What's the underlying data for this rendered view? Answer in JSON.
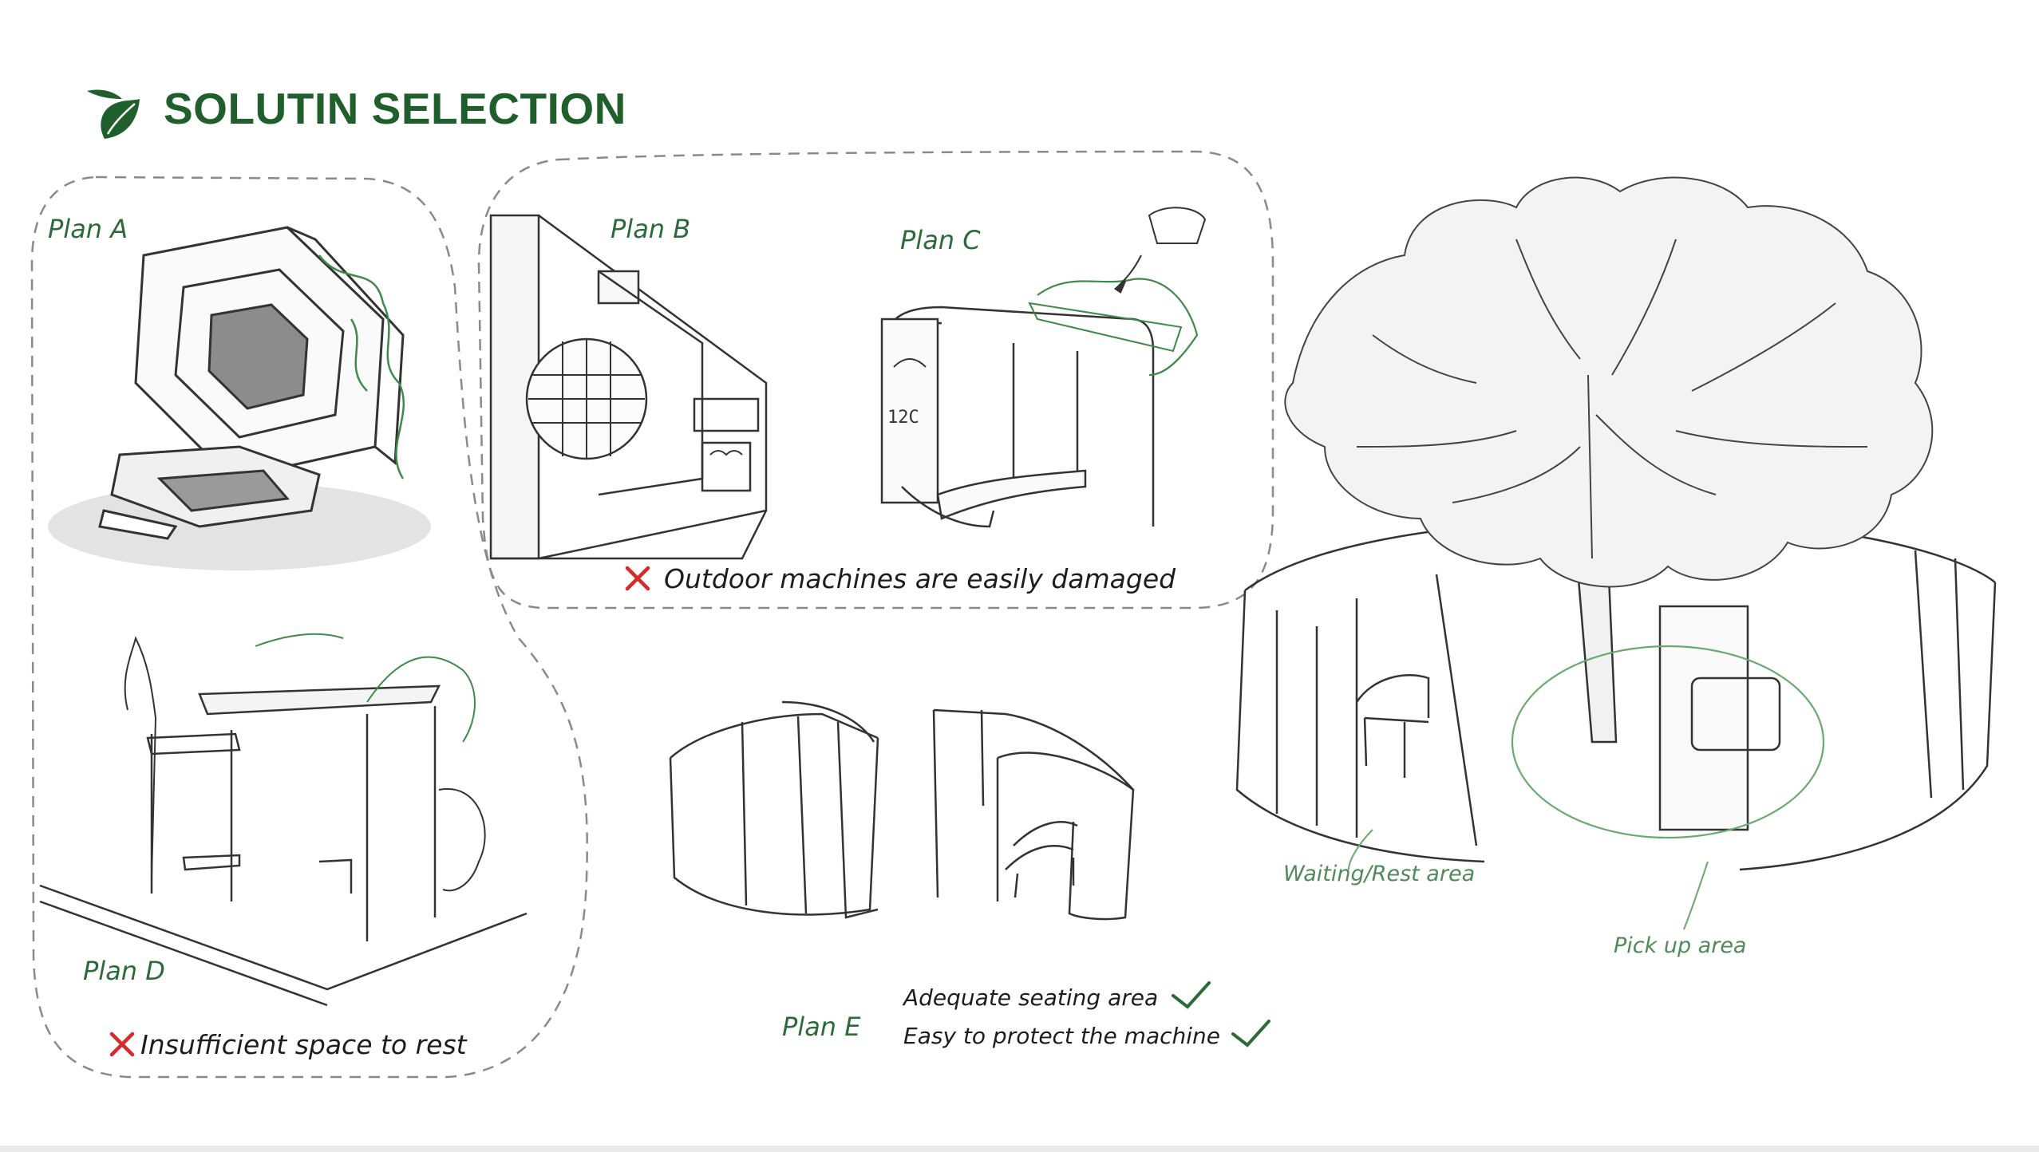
{
  "header": {
    "title": "SOLUTIN SELECTION",
    "logo_icon": "leaf-icon",
    "accent_color": "#1f5f2c"
  },
  "plans": {
    "plan_a": "Plan A",
    "plan_b": "Plan B",
    "plan_c": "Plan C",
    "plan_d": "Plan D",
    "plan_e": "Plan E"
  },
  "notes": {
    "bc_reject": "Outdoor machines are easily damaged",
    "d_reject": "Insufficient space to rest",
    "e_pro_1": "Adequate seating area",
    "e_pro_2": "Easy to protect the machine"
  },
  "final_design": {
    "waiting_label": "Waiting/Rest area",
    "pickup_label": "Pick up area"
  },
  "icons": {
    "reject": "cross-icon",
    "accept": "check-icon"
  },
  "colors": {
    "reject": "#d62b2b",
    "accept": "#2c6b39",
    "dash": "#8a8a8a"
  }
}
